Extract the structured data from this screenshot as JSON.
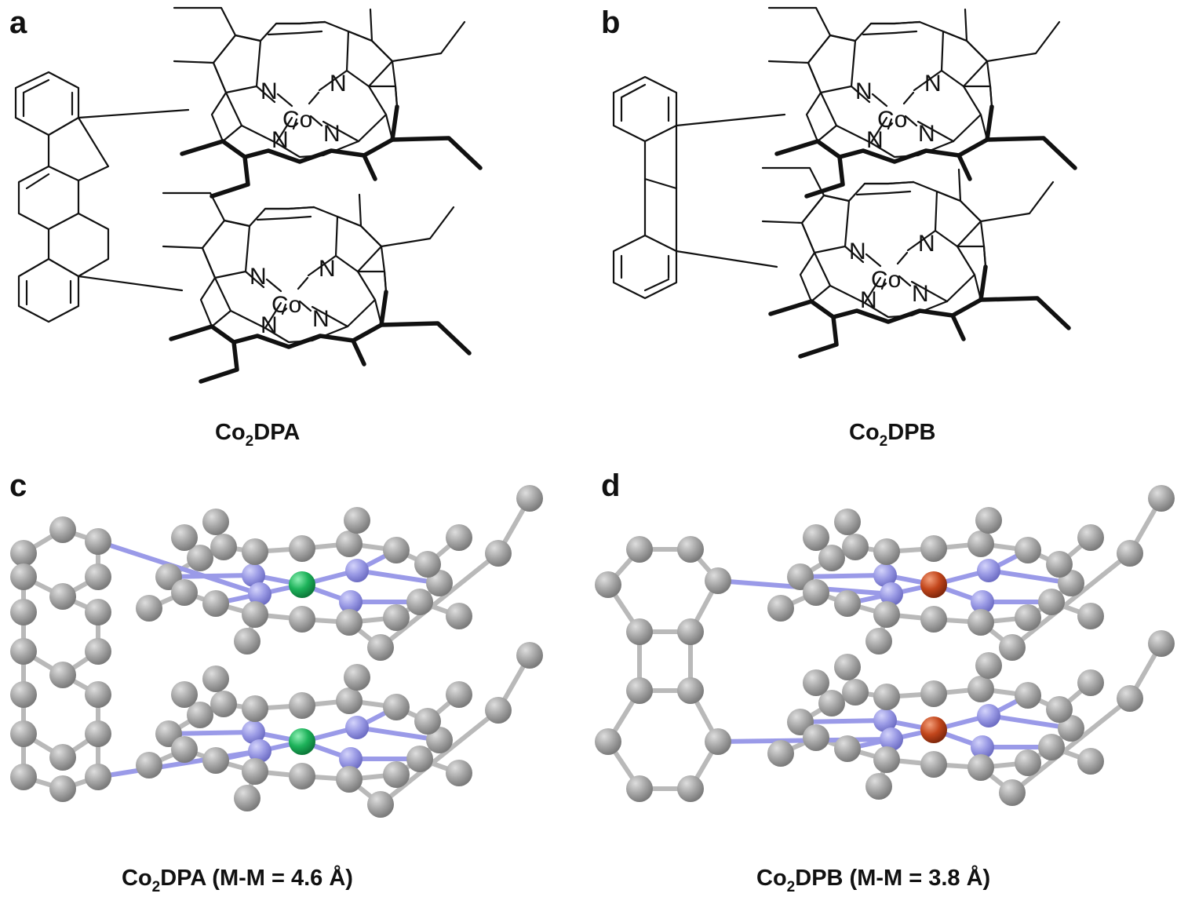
{
  "panels": {
    "a": {
      "letter": "a",
      "caption_prefix": "Co",
      "caption_sub": "2",
      "caption_suffix": "DPA"
    },
    "b": {
      "letter": "b",
      "caption_prefix": "Co",
      "caption_sub": "2",
      "caption_suffix": "DPB"
    },
    "c": {
      "letter": "c",
      "caption_prefix": "Co",
      "caption_sub": "2",
      "caption_suffix": "DPA (M-M = 4.6 Å)"
    },
    "d": {
      "letter": "d",
      "caption_prefix": "Co",
      "caption_sub": "2",
      "caption_suffix": "DPB (M-M = 3.8 Å)"
    }
  },
  "atoms": {
    "nitrogen": "N",
    "cobalt": "Co"
  },
  "colors": {
    "carbon": "#9b9b9b",
    "carbon_highlight": "#d4d4d4",
    "nitrogen": "#8f8fe0",
    "cobalt_dpa": "#1db25a",
    "cobalt_dpb": "#c2461c",
    "bond": "#b9b9b9"
  }
}
